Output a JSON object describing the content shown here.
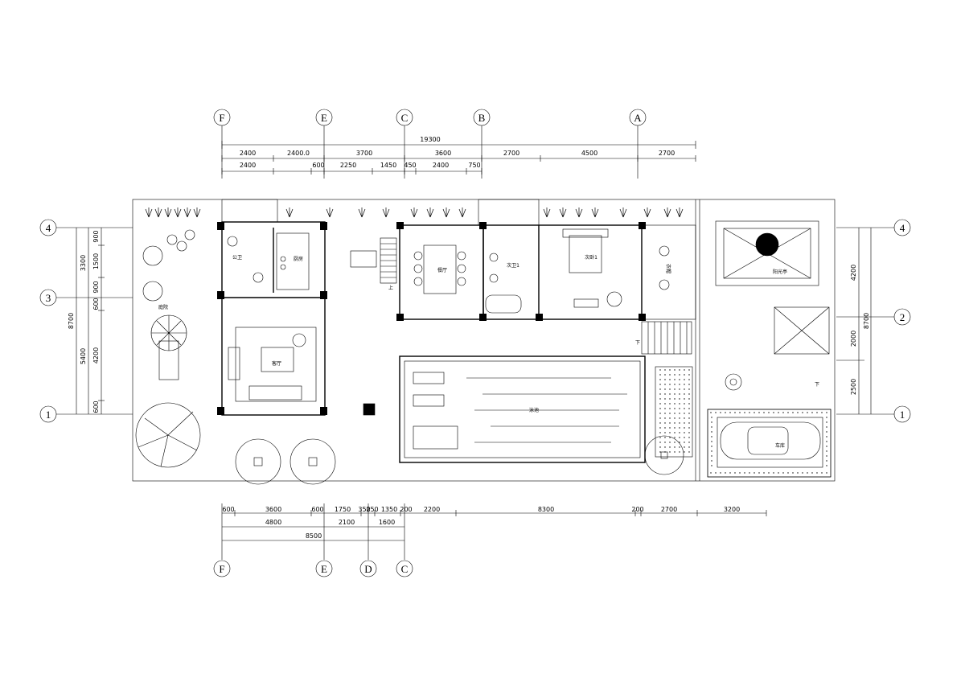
{
  "grid_axes": {
    "top": [
      "F",
      "E",
      "C",
      "B",
      "A"
    ],
    "bottom": [
      "F",
      "E",
      "D",
      "C"
    ],
    "left": [
      "4",
      "3",
      "1"
    ],
    "right": [
      "4",
      "2",
      "1"
    ]
  },
  "top_dims": {
    "total": "19300",
    "row1": [
      "2400",
      "2400.0",
      "3700",
      "3600",
      "2700",
      "4500",
      "2700"
    ],
    "row2": [
      "2400",
      "600",
      "2250",
      "1450",
      "450",
      "2400",
      "750"
    ]
  },
  "bottom_dims": {
    "row1": [
      "600",
      "3600",
      "600",
      "1750",
      "350",
      "250",
      "1350",
      "200",
      "2200",
      "8300",
      "200",
      "2700",
      "3200"
    ],
    "row2": [
      "4800",
      "2100",
      "1600"
    ],
    "row3": [
      "8500"
    ]
  },
  "left_dims": {
    "total": "8700",
    "col2": [
      "3300",
      "5400"
    ],
    "col3": [
      "900",
      "1500",
      "900",
      "600",
      "4200",
      "600"
    ]
  },
  "right_dims": {
    "total": "8700",
    "col2": [
      "4200",
      "2000",
      "2500"
    ]
  },
  "rooms": {
    "wc": "公卫",
    "kitchen": "厨房",
    "living": "客厅",
    "dining": "餐厅",
    "bath2": "次卫1",
    "bedroom2": "次卧1",
    "pool": "泳池",
    "sunroom": "阳光亭",
    "garage": "车库",
    "garden": "庭院",
    "stair_up": "上",
    "down1": "下",
    "down2": "下",
    "cloakroom": "衣帽"
  }
}
